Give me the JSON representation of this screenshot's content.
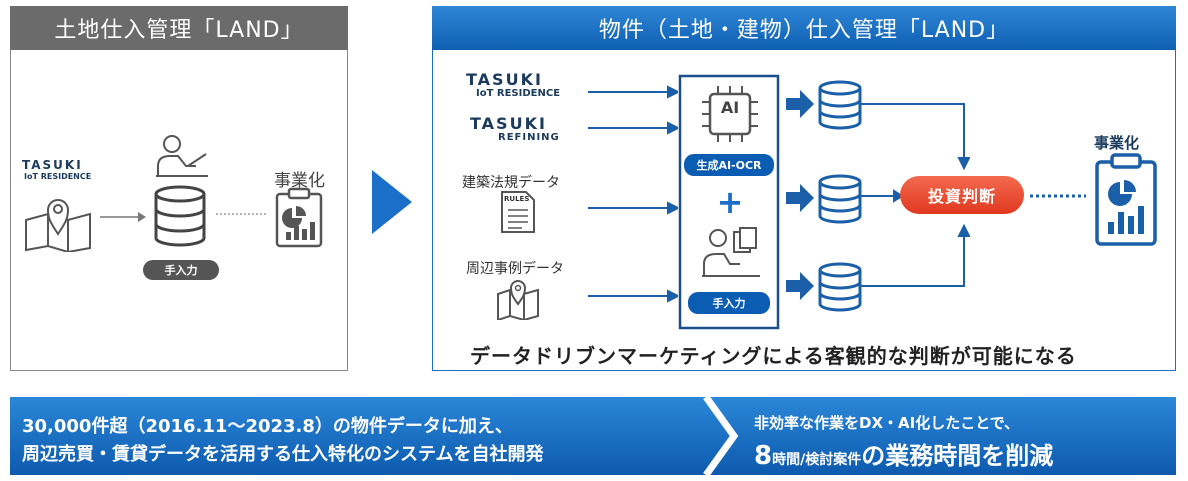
{
  "left_panel": {
    "title": "土地仕入管理「LAND」",
    "logo_main": "TASUKI",
    "logo_sub": "IoT RESIDENCE",
    "manual_input_label": "手入力",
    "outcome_label": "事業化"
  },
  "right_panel": {
    "title": "物件（土地・建物）仕入管理「LAND」",
    "sources": [
      {
        "logo_main": "TASUKI",
        "logo_sub": "IoT RESIDENCE"
      },
      {
        "logo_main": "TASUKI",
        "logo_sub": "REFINING"
      },
      {
        "label": "建築法規データ",
        "doc_label": "RULES"
      },
      {
        "label": "周辺事例データ"
      }
    ],
    "ai_label": "AI",
    "ocr_label": "生成AI-OCR",
    "plus": "+",
    "manual_input_label": "手入力",
    "decision_label": "投資判断",
    "outcome_label": "事業化",
    "conclusion": "データドリブンマーケティングによる客観的な判断が可能になる"
  },
  "bottom": {
    "left_line1": "30,000件超（2016.11～2023.8）の物件データに加え、",
    "left_line2": "周辺売買・賃貸データを活用する仕入特化のシステムを自社開発",
    "right_line1": "非効率な作業をDX・AI化したことで、",
    "right_num": "8",
    "right_unit": "時間/検討案件",
    "right_tail": "の業務時間を削減"
  },
  "colors": {
    "blue": "#0e5fb1",
    "gray_header": "#6b6b6b",
    "orange": "#e8462b",
    "dark_navy": "#1b3a5c"
  }
}
